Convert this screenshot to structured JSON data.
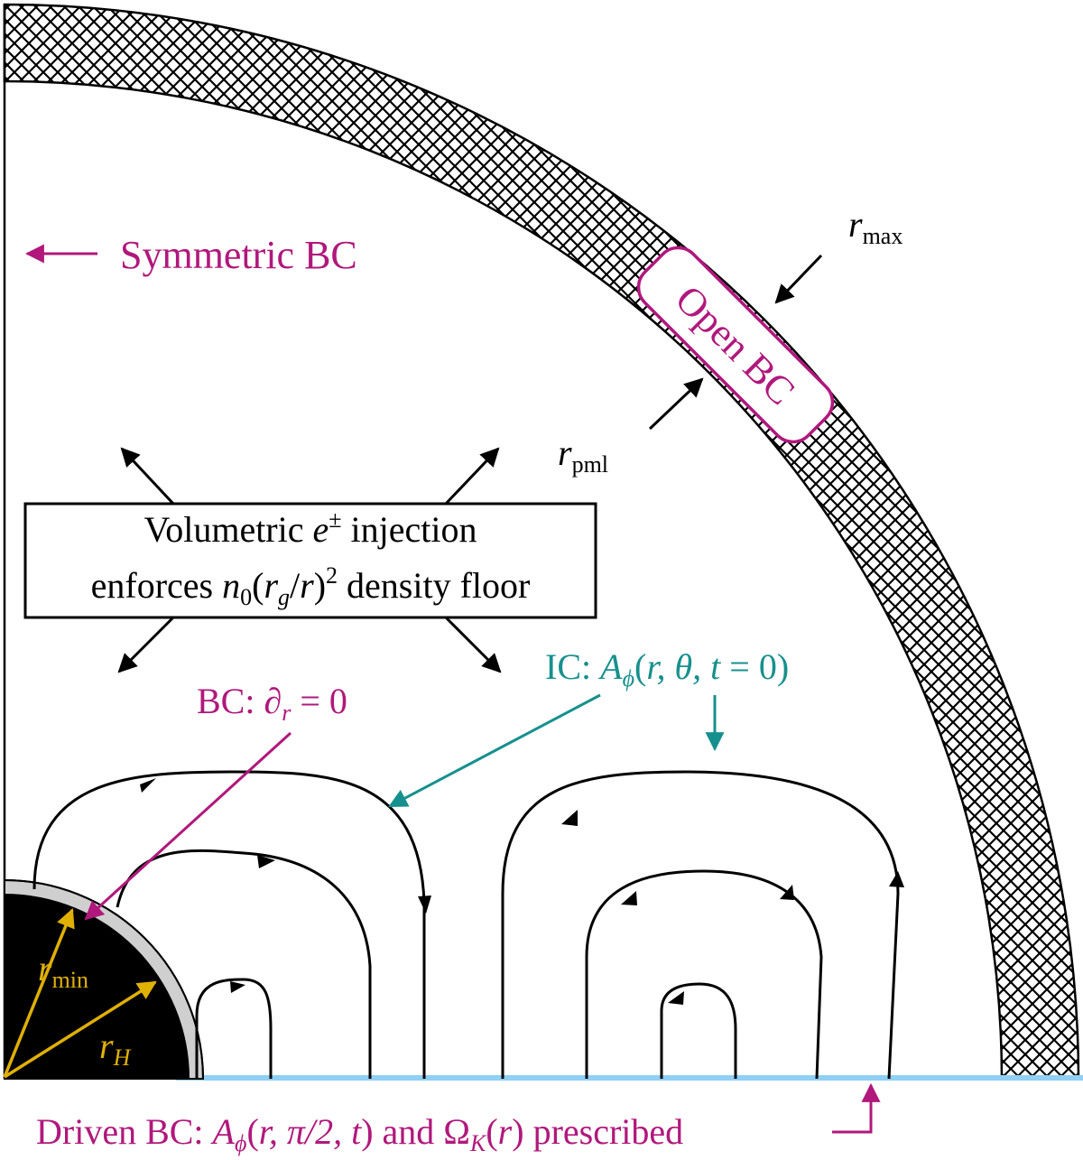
{
  "colors": {
    "magenta": "#b0187c",
    "teal": "#16908e",
    "gold": "#e0b000",
    "light_blue": "#8fd0f4",
    "gray_shell": "#cfcfcf",
    "ink": "#000000"
  },
  "labels": {
    "r_max_base": "r",
    "r_max_sub": "max",
    "r_pml_base": "r",
    "r_pml_sub": "pml",
    "r_min_base": "r",
    "r_min_sub": "min",
    "r_h_base": "r",
    "r_h_sub": "H",
    "symmetric_bc": "Symmetric BC",
    "open_bc": "Open BC",
    "injection_line1_a": "Volumetric ",
    "injection_line1_e": "e",
    "injection_line1_pm": "±",
    "injection_line1_b": " injection",
    "injection_line2_a": "enforces ",
    "injection_line2_n": "n",
    "injection_line2_0": "0",
    "injection_line2_b": "(",
    "injection_line2_r": "r",
    "injection_line2_g": "g",
    "injection_line2_c": "/",
    "injection_line2_r2": "r",
    "injection_line2_d": ")",
    "injection_line2_sq": "2",
    "injection_line2_e": " density floor",
    "bc_dr_a": "BC: ",
    "bc_dr_partial": "∂",
    "bc_dr_sub": "r",
    "bc_dr_b": " = 0",
    "ic_a": "IC: ",
    "ic_A": "A",
    "ic_phi": "ϕ",
    "ic_b": "(",
    "ic_args": "r, θ, t",
    "ic_c": " = 0)",
    "driven_a": "Driven BC: ",
    "driven_A": "A",
    "driven_phi": "ϕ",
    "driven_b": "(",
    "driven_args": "r, π/2, t",
    "driven_c": ") and Ω",
    "driven_K": "K",
    "driven_d": "(",
    "driven_r": "r",
    "driven_e": ") prescribed"
  }
}
